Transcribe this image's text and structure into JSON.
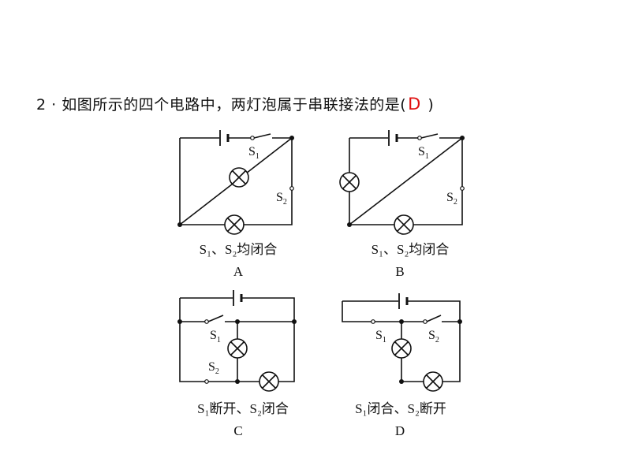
{
  "question": {
    "prefix": "2 · 如图所示的四个电路中，两灯泡属于串联接法的是(",
    "answer": "D",
    "suffix": " )"
  },
  "diagrams": [
    {
      "letter": "A",
      "caption": "S₁、S₂均闭合",
      "switches": [
        {
          "name": "S",
          "sub": "1"
        },
        {
          "name": "S",
          "sub": "2"
        }
      ]
    },
    {
      "letter": "B",
      "caption": "S₁、S₂均闭合",
      "switches": [
        {
          "name": "S",
          "sub": "1"
        },
        {
          "name": "S",
          "sub": "2"
        }
      ]
    },
    {
      "letter": "C",
      "caption": "S₁断开、S₂闭合",
      "switches": [
        {
          "name": "S",
          "sub": "1"
        },
        {
          "name": "S",
          "sub": "2"
        }
      ]
    },
    {
      "letter": "D",
      "caption": "S₁闭合、S₂断开",
      "switches": [
        {
          "name": "S",
          "sub": "1"
        },
        {
          "name": "S",
          "sub": "2"
        }
      ]
    }
  ]
}
